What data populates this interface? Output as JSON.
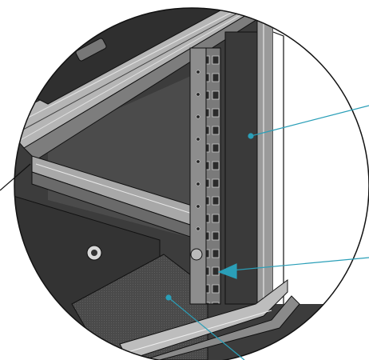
{
  "figure": {
    "description_visible_text": "",
    "callouts": [
      {
        "id": "left-leader"
      },
      {
        "id": "side-panel-callout"
      },
      {
        "id": "rail-callout"
      },
      {
        "id": "floor-plate-callout"
      }
    ]
  },
  "colors": {
    "cabinet_dark": "#3a3a3a",
    "cabinet_mid": "#555555",
    "cabinet_light": "#8a8a8a",
    "frame_highlight": "#bdbdbd",
    "leader_line": "#2a9fb8",
    "outline": "#111111"
  },
  "icons": [
    "circle-magnifier-frame",
    "arrow-head-icon"
  ]
}
